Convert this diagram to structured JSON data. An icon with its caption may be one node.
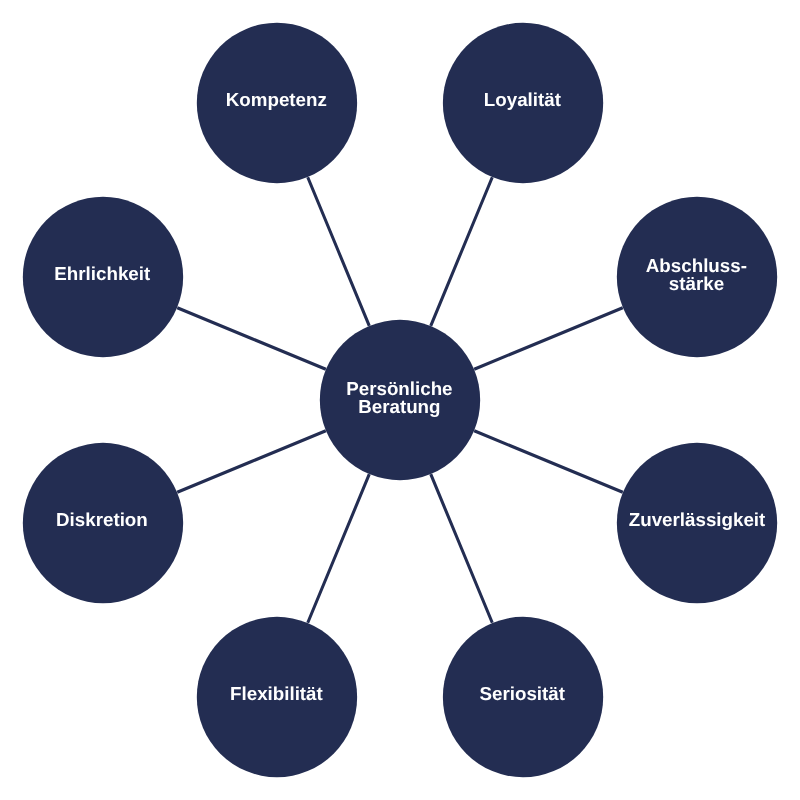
{
  "diagram": {
    "nodes": [
      {
        "text": [
          "Persönliche Beratung"
        ]
      },
      {
        "text": [
          "Loyalität"
        ]
      },
      {
        "text": [
          "Abschluss- stärke"
        ]
      },
      {
        "text": [
          "Zuverlässigkeit"
        ]
      },
      {
        "text": [
          "Seriosität"
        ]
      },
      {
        "text": [
          "Flexibilität"
        ]
      },
      {
        "text": [
          "Diskretion"
        ]
      },
      {
        "text": [
          "Ehrlichkeit"
        ]
      },
      {
        "text": [
          "Kompetenz"
        ]
      }
    ],
    "edges": [
      {
        "from": 0,
        "to": 2,
        "arrow": "none"
      },
      {
        "from": 0,
        "to": 1,
        "arrow": "none"
      },
      {
        "from": 0,
        "to": 8,
        "arrow": "none"
      },
      {
        "from": 0,
        "to": 7,
        "arrow": "none"
      },
      {
        "from": 0,
        "to": 6,
        "arrow": "none"
      },
      {
        "from": 0,
        "to": 5,
        "arrow": "none"
      },
      {
        "from": 0,
        "to": 4,
        "arrow": "none"
      },
      {
        "from": 0,
        "to": 3,
        "arrow": "none"
      }
    ]
  }
}
